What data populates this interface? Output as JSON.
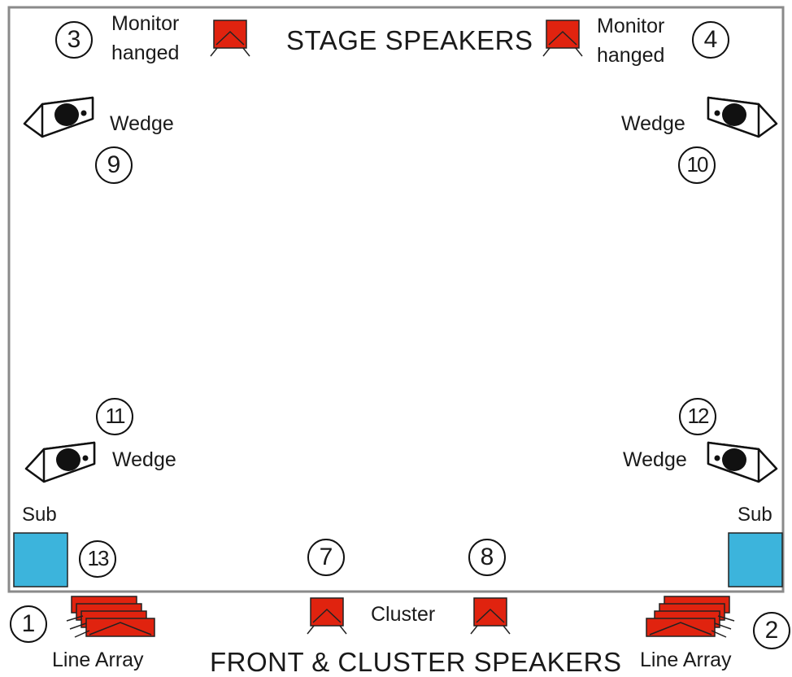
{
  "title_stage": "STAGE SPEAKERS",
  "title_front": "FRONT & CLUSTER SPEAKERS",
  "labels": {
    "monitor_left_line1": "Monitor",
    "monitor_left_line2": "hanged",
    "monitor_right_line1": "Monitor",
    "monitor_right_line2": "hanged",
    "wedge_tl": "Wedge",
    "wedge_tr": "Wedge",
    "wedge_bl": "Wedge",
    "wedge_br": "Wedge",
    "sub_left": "Sub",
    "sub_right": "Sub",
    "cluster": "Cluster",
    "line_array_left": "Line Array",
    "line_array_right": "Line Array"
  },
  "numbers": {
    "n1": "1",
    "n2": "2",
    "n3": "3",
    "n4": "4",
    "n7": "7",
    "n8": "8",
    "n9": "9",
    "n10": "10",
    "n11": "11",
    "n12": "12",
    "n13": "13"
  },
  "colors": {
    "speaker_red": "#e0230f",
    "sub_blue": "#3cb4dc",
    "stage_border": "#8a8a8a",
    "ink": "#111111"
  }
}
